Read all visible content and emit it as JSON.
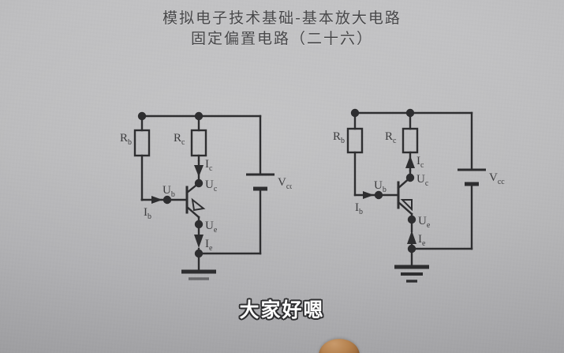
{
  "title": {
    "line1": "模拟电子技术基础-基本放大电路",
    "line2": "固定偏置电路（二十六）"
  },
  "subtitle": "大家好嗯",
  "colors": {
    "paper": "#b6b6b8",
    "ink": "#2e2e30",
    "title_ink": "#474749",
    "subtitle_fill": "#ffffff",
    "subtitle_outline": "#2e2e30",
    "thumb": "#b5824f"
  },
  "circuits": [
    {
      "id": "left",
      "name": "fixed-bias-circuit-npn",
      "transistor_type": "NPN",
      "current_direction": "down",
      "labels": {
        "rb": "R",
        "rb_sub": "b",
        "rc": "R",
        "rc_sub": "c",
        "ic": "I",
        "ic_sub": "c",
        "ie": "I",
        "ie_sub": "e",
        "ib": "I",
        "ib_sub": "b",
        "uc": "U",
        "uc_sub": "c",
        "ue": "U",
        "ue_sub": "e",
        "ub": "U",
        "ub_sub": "b",
        "vcc": "V",
        "vcc_sub": "cc"
      }
    },
    {
      "id": "right",
      "name": "fixed-bias-circuit-pnp",
      "transistor_type": "PNP",
      "current_direction": "up",
      "labels": {
        "rb": "R",
        "rb_sub": "b",
        "rc": "R",
        "rc_sub": "c",
        "ic": "I",
        "ic_sub": "c",
        "ie": "I",
        "ie_sub": "e",
        "ib": "I",
        "ib_sub": "b",
        "uc": "U",
        "uc_sub": "c",
        "ue": "U",
        "ue_sub": "e",
        "ub": "U",
        "ub_sub": "b",
        "vcc": "V",
        "vcc_sub": "cc"
      }
    }
  ]
}
